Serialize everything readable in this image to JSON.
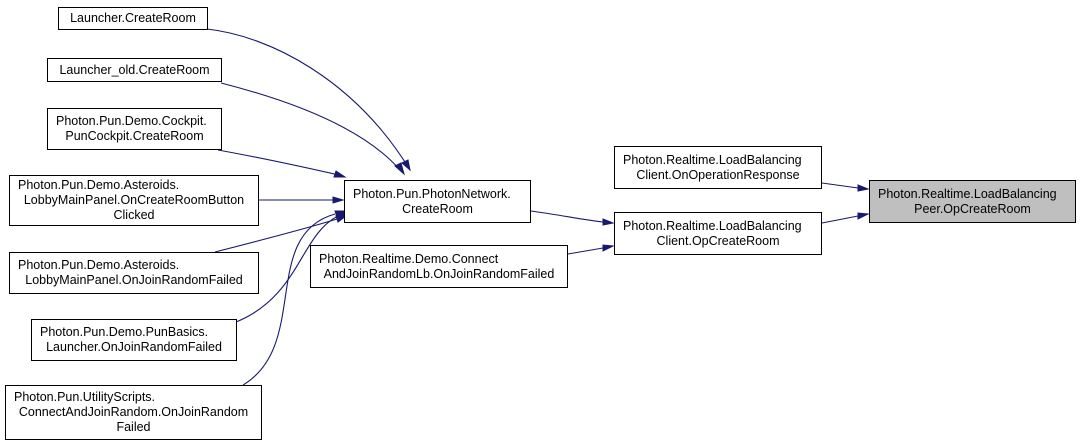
{
  "graph": {
    "colors": {
      "edge": "#191970",
      "border": "#000000",
      "focus_fill": "#bfbfbf",
      "node_fill": "#ffffff"
    },
    "nodes": {
      "launcher_create": {
        "lines": [
          "Launcher.CreateRoom"
        ]
      },
      "launcher_old_create": {
        "lines": [
          "Launcher_old.CreateRoom"
        ]
      },
      "cockpit_create": {
        "lines": [
          "Photon.Pun.Demo.Cockpit.",
          "PunCockpit.CreateRoom"
        ]
      },
      "asteroids_create_button": {
        "lines": [
          "Photon.Pun.Demo.Asteroids.",
          "LobbyMainPanel.OnCreateRoomButton",
          "Clicked"
        ]
      },
      "asteroids_join_failed": {
        "lines": [
          "Photon.Pun.Demo.Asteroids.",
          "LobbyMainPanel.OnJoinRandomFailed"
        ]
      },
      "punbasics_join_failed": {
        "lines": [
          "Photon.Pun.Demo.PunBasics.",
          "Launcher.OnJoinRandomFailed"
        ]
      },
      "utility_join_failed": {
        "lines": [
          "Photon.Pun.UtilityScripts.",
          "ConnectAndJoinRandom.OnJoinRandom",
          "Failed"
        ]
      },
      "photonnetwork_create": {
        "lines": [
          "Photon.Pun.PhotonNetwork.",
          "CreateRoom"
        ]
      },
      "realtime_demo_join_failed": {
        "lines": [
          "Photon.Realtime.Demo.Connect",
          "AndJoinRandomLb.OnJoinRandomFailed"
        ]
      },
      "lbclient_op_response": {
        "lines": [
          "Photon.Realtime.LoadBalancing",
          "Client.OnOperationResponse"
        ]
      },
      "lbclient_op_create": {
        "lines": [
          "Photon.Realtime.LoadBalancing",
          "Client.OpCreateRoom"
        ]
      },
      "lbpeer_op_create": {
        "lines": [
          "Photon.Realtime.LoadBalancing",
          "Peer.OpCreateRoom"
        ]
      }
    }
  }
}
